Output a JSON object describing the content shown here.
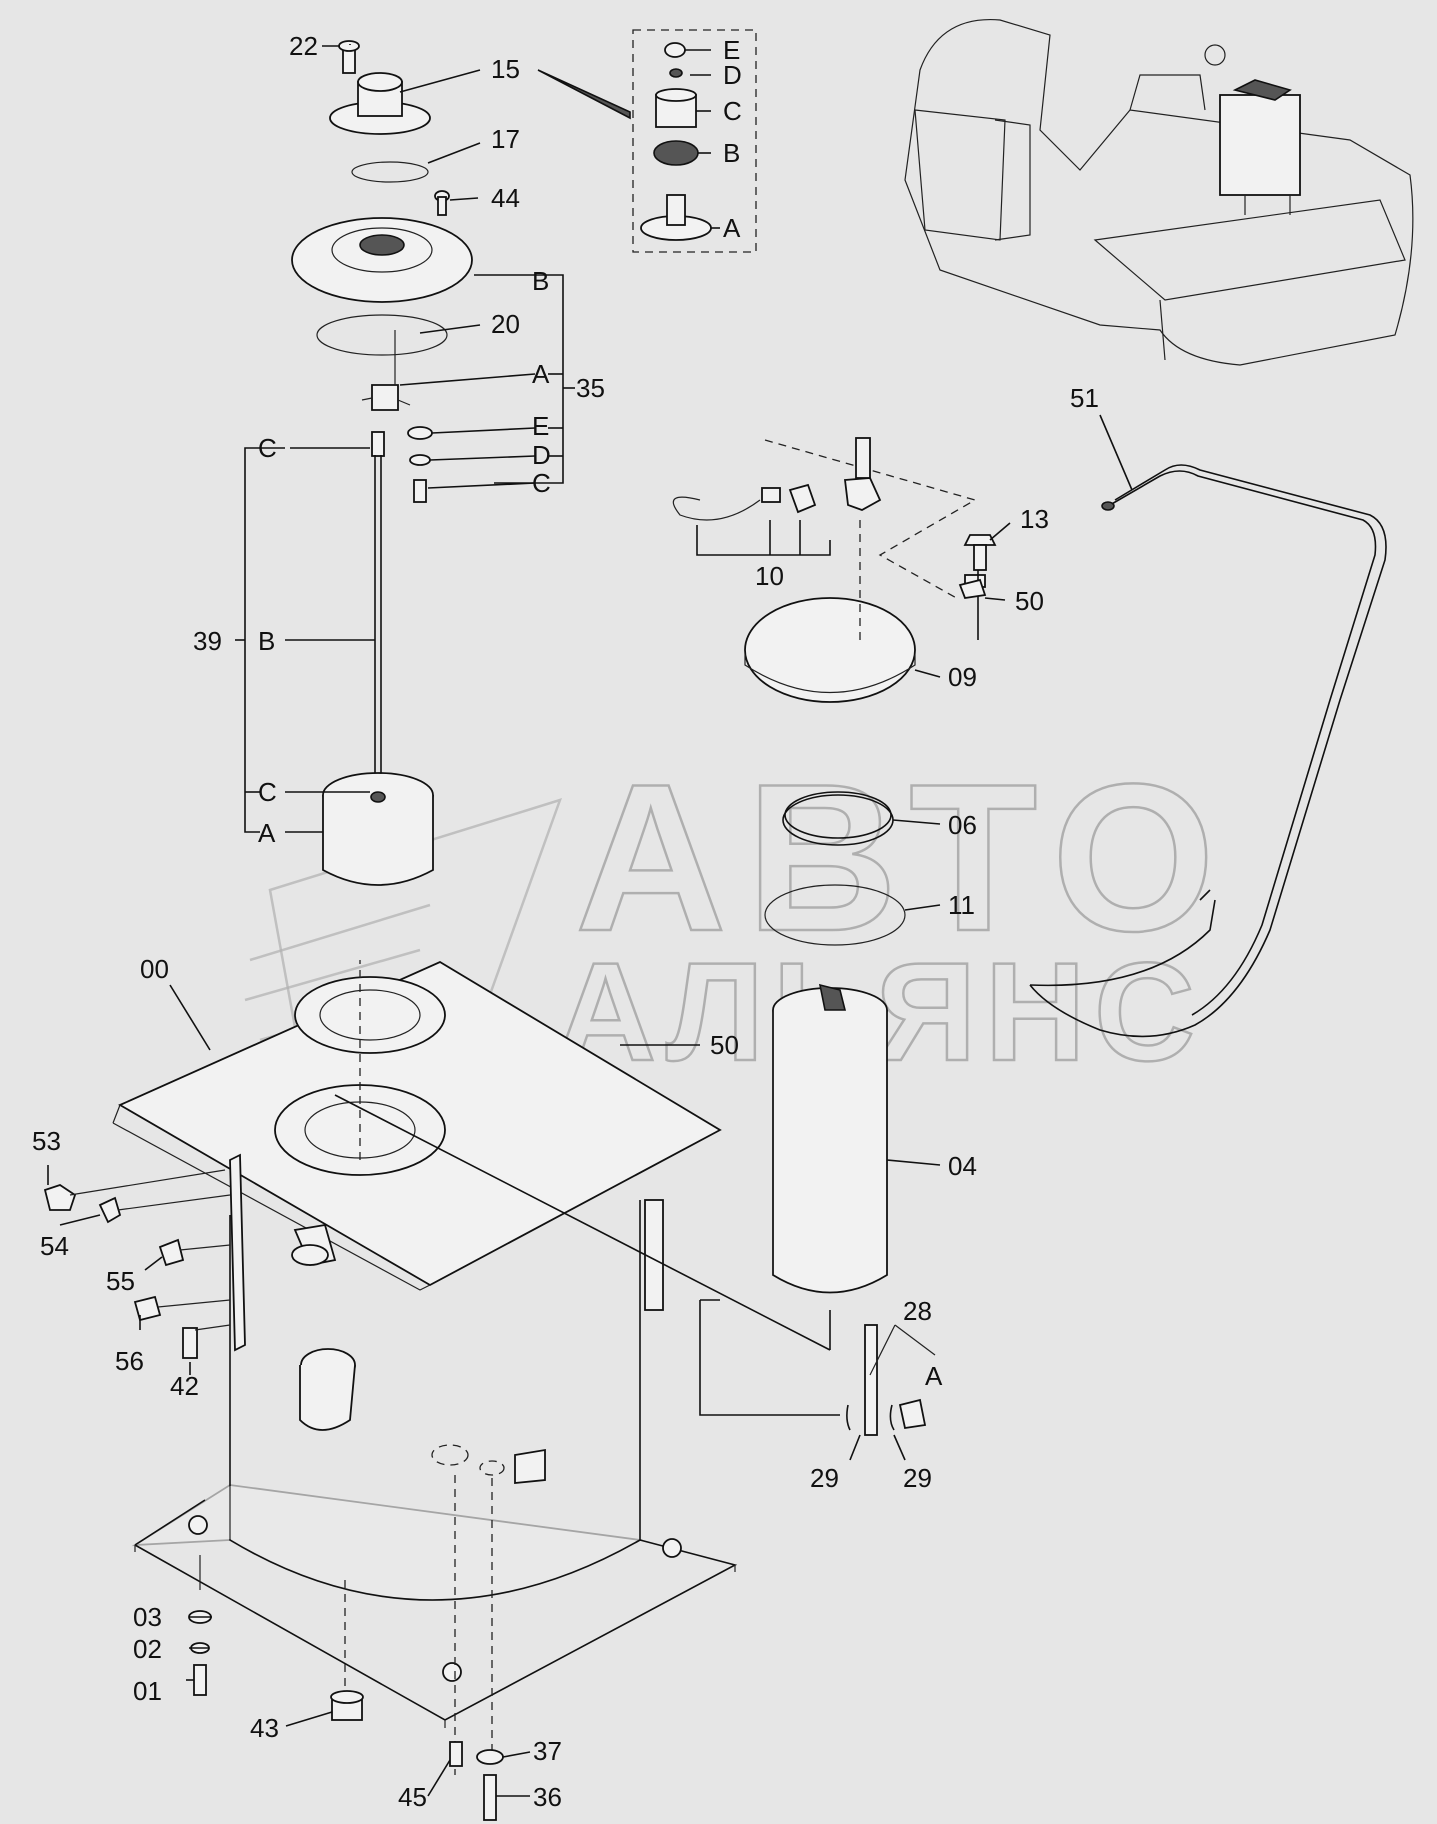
{
  "parts": {
    "p22": "22",
    "p15": "15",
    "p17": "17",
    "p44": "44",
    "p20": "20",
    "p35": "35",
    "p39": "39",
    "p51": "51",
    "p13": "13",
    "p10": "10",
    "p50a": "50",
    "p09": "09",
    "p06": "06",
    "p11": "11",
    "p00": "00",
    "p50b": "50",
    "p04": "04",
    "p53": "53",
    "p54": "54",
    "p55": "55",
    "p56": "56",
    "p42": "42",
    "p28": "28",
    "p29a": "29",
    "p29b": "29",
    "p03": "03",
    "p02": "02",
    "p01": "01",
    "p43": "43",
    "p37": "37",
    "p45": "45",
    "p36": "36"
  },
  "sub_letters": {
    "k15": {
      "e": "E",
      "d": "D",
      "c": "C",
      "b": "B",
      "a": "A"
    },
    "k35": {
      "b": "B",
      "a": "A",
      "e": "E",
      "d": "D",
      "c": "C"
    },
    "k39": {
      "c1": "C",
      "b": "B",
      "c2": "C",
      "a": "A"
    },
    "k28": {
      "a": "A"
    }
  },
  "watermark": {
    "line1": "АВТО",
    "line2": "АЛЬЯНС"
  },
  "colors": {
    "background": "#e6e6e6",
    "ink": "#111111",
    "watermark": "#999999"
  }
}
